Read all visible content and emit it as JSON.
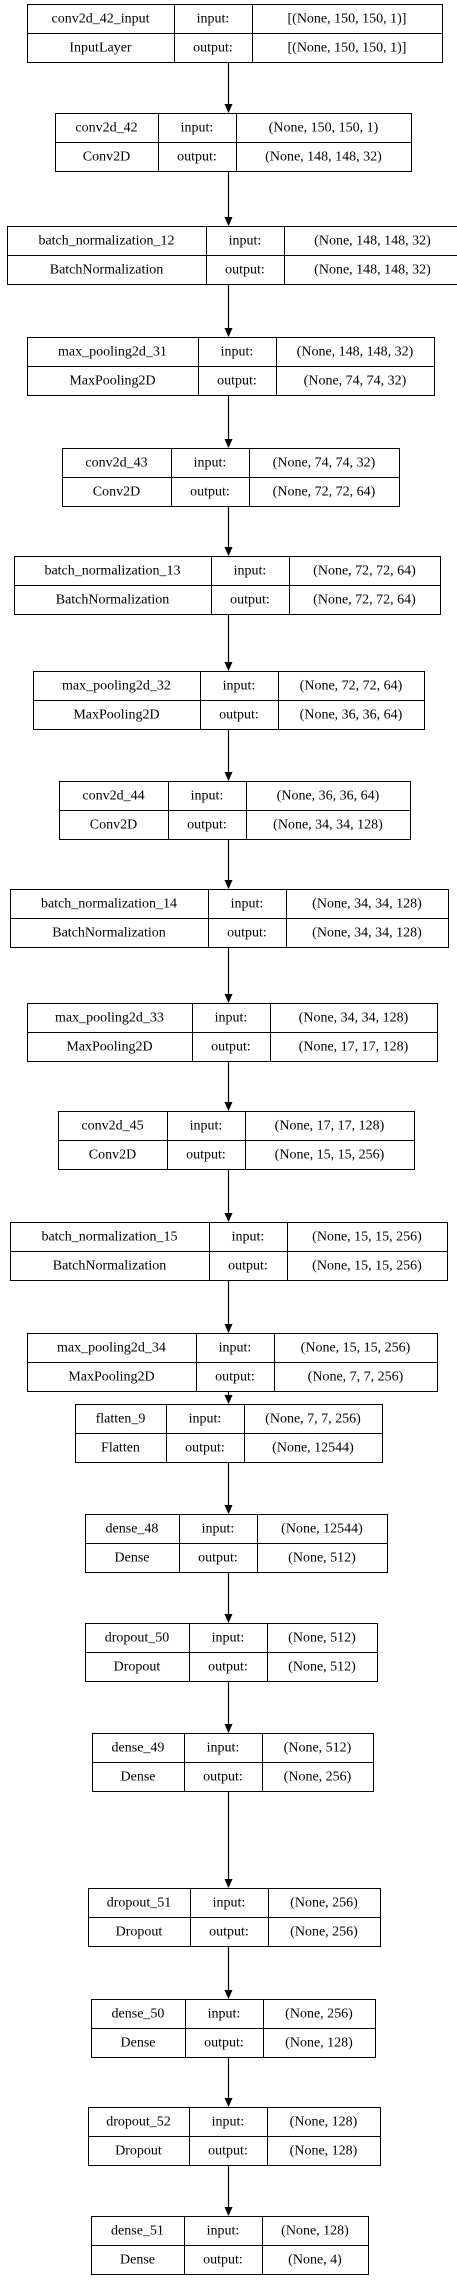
{
  "layers": [
    {
      "name": "conv2d_42_input",
      "type": "InputLayer",
      "input_label": "input:",
      "output_label": "output:",
      "input_shape": "[(None, 150, 150, 1)]",
      "output_shape": "[(None, 150, 150, 1)]"
    },
    {
      "name": "conv2d_42",
      "type": "Conv2D",
      "input_label": "input:",
      "output_label": "output:",
      "input_shape": "(None, 150, 150, 1)",
      "output_shape": "(None, 148, 148, 32)"
    },
    {
      "name": "batch_normalization_12",
      "type": "BatchNormalization",
      "input_label": "input:",
      "output_label": "output:",
      "input_shape": "(None, 148, 148, 32)",
      "output_shape": "(None, 148, 148, 32)"
    },
    {
      "name": "max_pooling2d_31",
      "type": "MaxPooling2D",
      "input_label": "input:",
      "output_label": "output:",
      "input_shape": "(None, 148, 148, 32)",
      "output_shape": "(None, 74, 74, 32)"
    },
    {
      "name": "conv2d_43",
      "type": "Conv2D",
      "input_label": "input:",
      "output_label": "output:",
      "input_shape": "(None, 74, 74, 32)",
      "output_shape": "(None, 72, 72, 64)"
    },
    {
      "name": "batch_normalization_13",
      "type": "BatchNormalization",
      "input_label": "input:",
      "output_label": "output:",
      "input_shape": "(None, 72, 72, 64)",
      "output_shape": "(None, 72, 72, 64)"
    },
    {
      "name": "max_pooling2d_32",
      "type": "MaxPooling2D",
      "input_label": "input:",
      "output_label": "output:",
      "input_shape": "(None, 72, 72, 64)",
      "output_shape": "(None, 36, 36, 64)"
    },
    {
      "name": "conv2d_44",
      "type": "Conv2D",
      "input_label": "input:",
      "output_label": "output:",
      "input_shape": "(None, 36, 36, 64)",
      "output_shape": "(None, 34, 34, 128)"
    },
    {
      "name": "batch_normalization_14",
      "type": "BatchNormalization",
      "input_label": "input:",
      "output_label": "output:",
      "input_shape": "(None, 34, 34, 128)",
      "output_shape": "(None, 34, 34, 128)"
    },
    {
      "name": "max_pooling2d_33",
      "type": "MaxPooling2D",
      "input_label": "input:",
      "output_label": "output:",
      "input_shape": "(None, 34, 34, 128)",
      "output_shape": "(None, 17, 17, 128)"
    },
    {
      "name": "conv2d_45",
      "type": "Conv2D",
      "input_label": "input:",
      "output_label": "output:",
      "input_shape": "(None, 17, 17, 128)",
      "output_shape": "(None, 15, 15, 256)"
    },
    {
      "name": "batch_normalization_15",
      "type": "BatchNormalization",
      "input_label": "input:",
      "output_label": "output:",
      "input_shape": "(None, 15, 15, 256)",
      "output_shape": "(None, 15, 15, 256)"
    },
    {
      "name": "max_pooling2d_34",
      "type": "MaxPooling2D",
      "input_label": "input:",
      "output_label": "output:",
      "input_shape": "(None, 15, 15, 256)",
      "output_shape": "(None, 7, 7, 256)"
    },
    {
      "name": "flatten_9",
      "type": "Flatten",
      "input_label": "input:",
      "output_label": "output:",
      "input_shape": "(None, 7, 7, 256)",
      "output_shape": "(None, 12544)"
    },
    {
      "name": "dense_48",
      "type": "Dense",
      "input_label": "input:",
      "output_label": "output:",
      "input_shape": "(None, 12544)",
      "output_shape": "(None, 512)"
    },
    {
      "name": "dropout_50",
      "type": "Dropout",
      "input_label": "input:",
      "output_label": "output:",
      "input_shape": "(None, 512)",
      "output_shape": "(None, 512)"
    },
    {
      "name": "dense_49",
      "type": "Dense",
      "input_label": "input:",
      "output_label": "output:",
      "input_shape": "(None, 512)",
      "output_shape": "(None, 256)"
    },
    {
      "name": "dropout_51",
      "type": "Dropout",
      "input_label": "input:",
      "output_label": "output:",
      "input_shape": "(None, 256)",
      "output_shape": "(None, 256)"
    },
    {
      "name": "dense_50",
      "type": "Dense",
      "input_label": "input:",
      "output_label": "output:",
      "input_shape": "(None, 256)",
      "output_shape": "(None, 128)"
    },
    {
      "name": "dropout_52",
      "type": "Dropout",
      "input_label": "input:",
      "output_label": "output:",
      "input_shape": "(None, 128)",
      "output_shape": "(None, 128)"
    },
    {
      "name": "dense_51",
      "type": "Dense",
      "input_label": "input:",
      "output_label": "output:",
      "input_shape": "(None, 128)",
      "output_shape": "(None, 4)"
    }
  ]
}
